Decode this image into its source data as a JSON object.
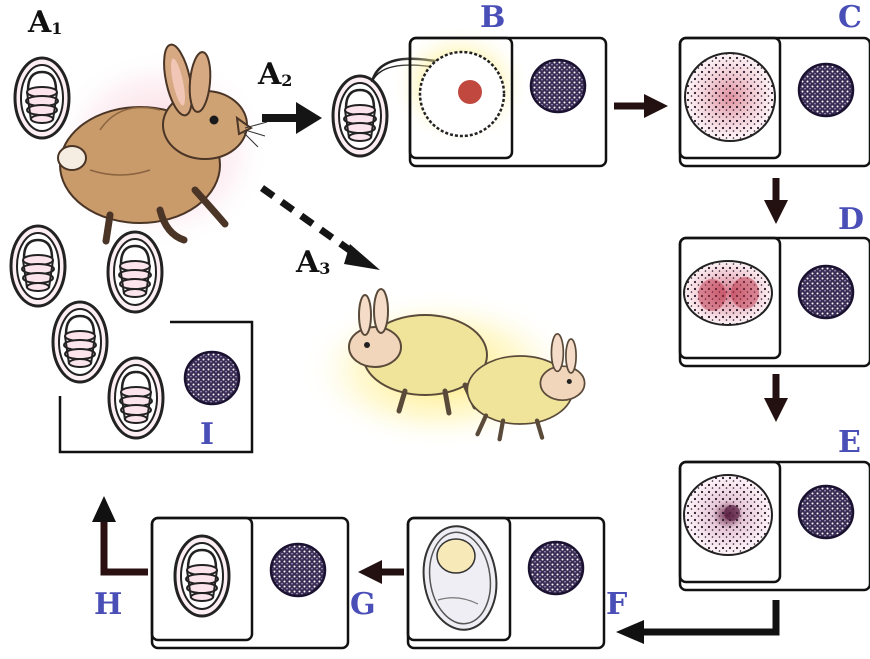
{
  "labels": {
    "A1": {
      "main": "A",
      "sub": "1"
    },
    "A2": {
      "main": "A",
      "sub": "2"
    },
    "A3": {
      "main": "A",
      "sub": "3"
    },
    "B": "B",
    "C": "C",
    "D": "D",
    "E": "E",
    "F": "F",
    "G": "G",
    "H": "H",
    "I": "I"
  },
  "colors": {
    "label_blue": "#4a4fb8",
    "label_black": "#111111",
    "arrow_dark": "#231010",
    "box_stroke": "#111111",
    "nucleus_dark": "#2e2246",
    "rabbit_fur": "#c99a6a"
  },
  "icons": [
    "oocyst-icon",
    "rabbit-icon",
    "rabbit-pair-icon",
    "merozoite-cell-icon",
    "nucleus-icon",
    "sporocyst-icon"
  ]
}
